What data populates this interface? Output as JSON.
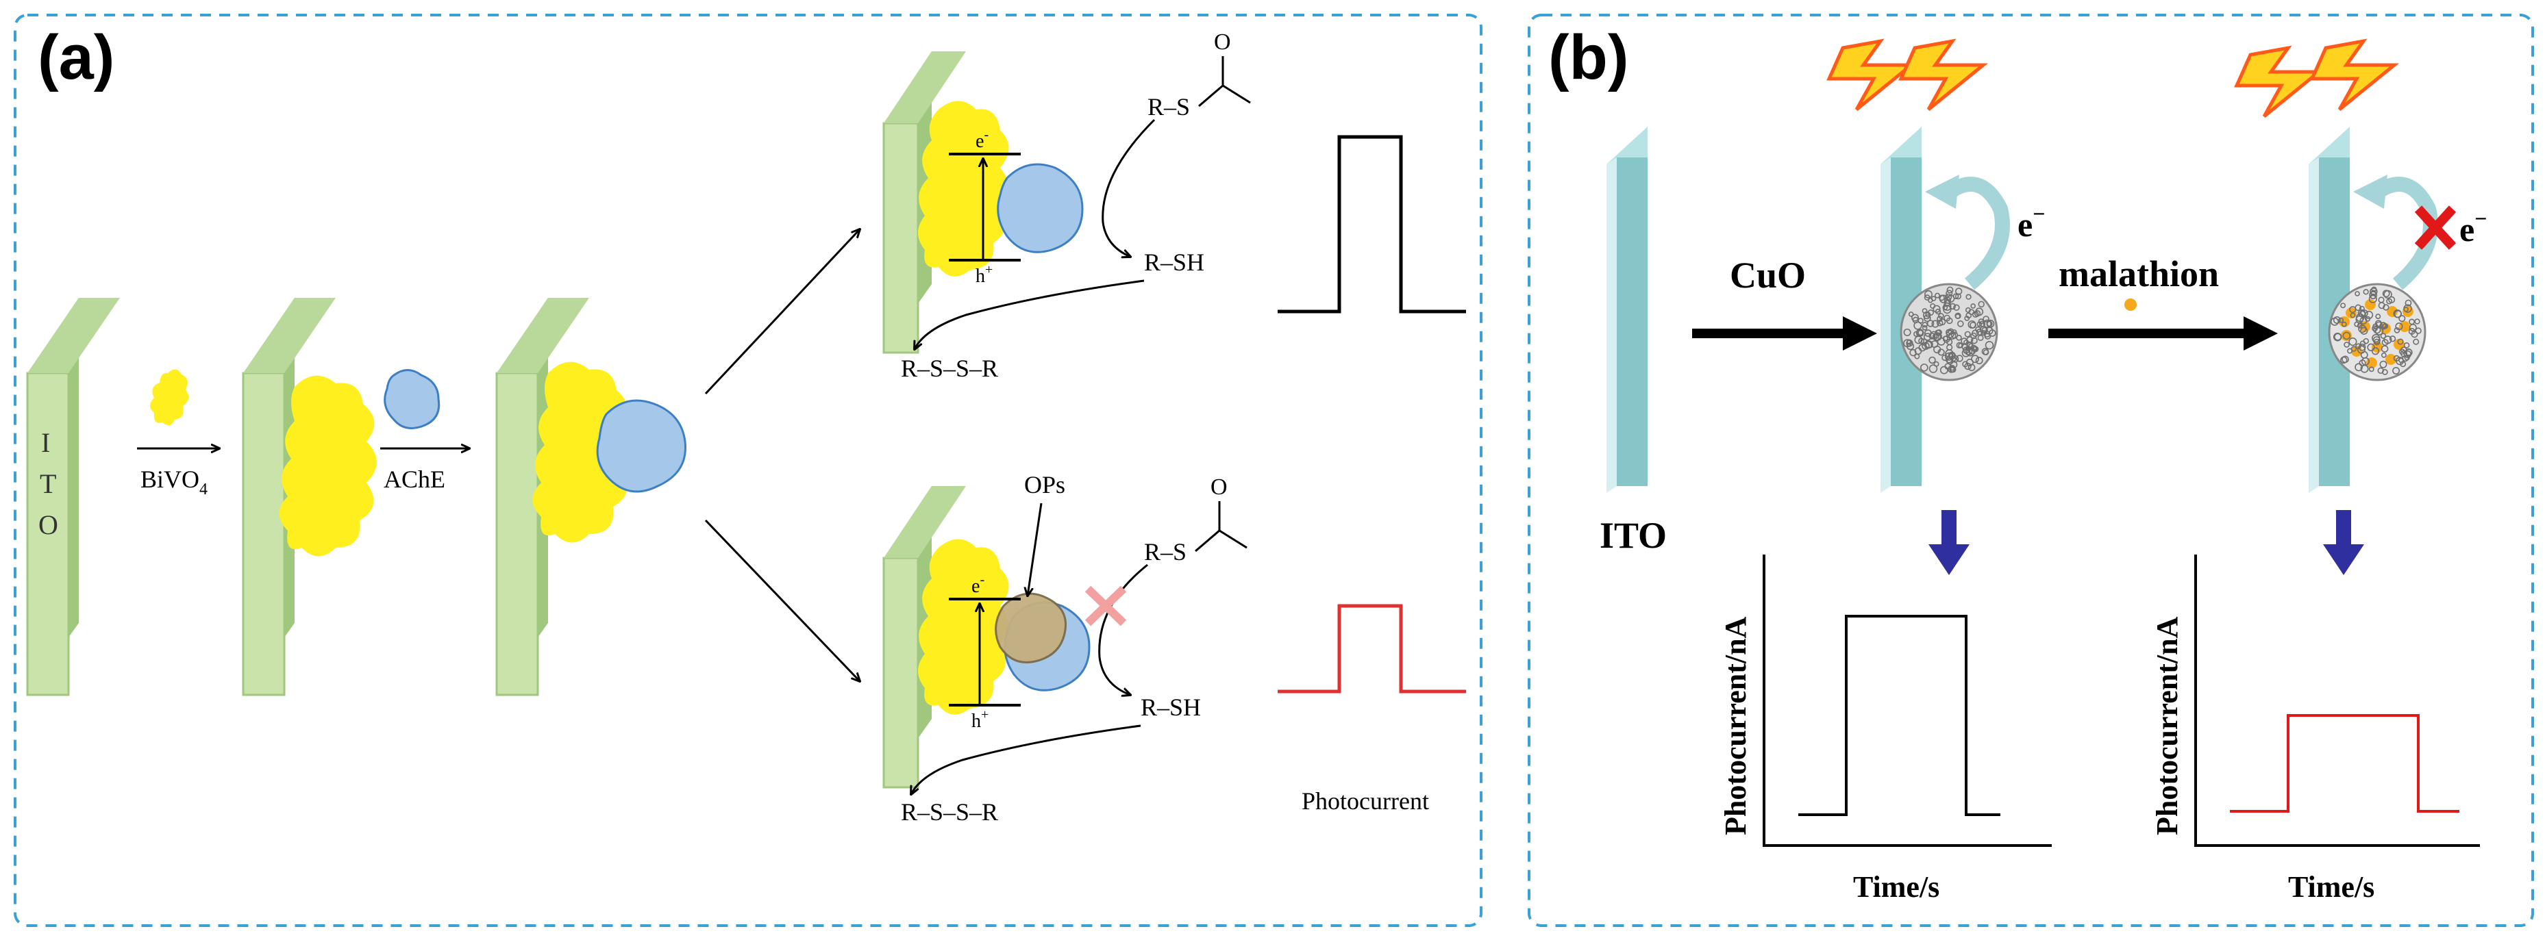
{
  "panel_a": {
    "label": "(a)",
    "ito_letters": [
      "I",
      "T",
      "O"
    ],
    "step1_label": "BiVO",
    "step1_sub": "4",
    "step2_label": "AChE",
    "top": {
      "e_label": "e",
      "e_sup": "-",
      "h_label": "h",
      "h_sup": "+",
      "substrate": "R–S",
      "substrate_o": "O",
      "thiol": "R–SH",
      "disulfide": "R–S–S–R"
    },
    "bottom": {
      "inhibitor_label": "OPs",
      "e_label": "e",
      "e_sup": "-",
      "h_label": "h",
      "h_sup": "+",
      "substrate": "R–S",
      "substrate_o": "O",
      "thiol": "R–SH",
      "disulfide": "R–S–S–R"
    },
    "photocurrent_caption": "Photocurrent",
    "colors": {
      "electrode": "#c9e3ab",
      "electrode_dark": "#9fc77e",
      "bivo4": "#ffef1f",
      "ache": "#a5c7e9",
      "ops": "#c4ae7e",
      "signal_high": "#000000",
      "signal_low": "#e03030",
      "block_cross": "#f2a0a0"
    }
  },
  "panel_b": {
    "label": "(b)",
    "ito_label": "ITO",
    "step1_label": "CuO",
    "step2_label": "malathion",
    "e_label": "e",
    "e_sup": "−",
    "plot_left": {
      "ylabel": "Photocurrent/nA",
      "xlabel": "Time/s"
    },
    "plot_right": {
      "ylabel": "Photocurrent/nA",
      "xlabel": "Time/s"
    },
    "colors": {
      "glass": "#86c6c8",
      "glass_edge": "#b8e3e5",
      "arrow_down": "#2f2fa0",
      "lightning": "#ff5a1a",
      "lightning_fill": "#ffd21f",
      "malathion_dot": "#f5a81c",
      "cross": "#e01818"
    }
  },
  "frame_color": "#3aa0d8"
}
